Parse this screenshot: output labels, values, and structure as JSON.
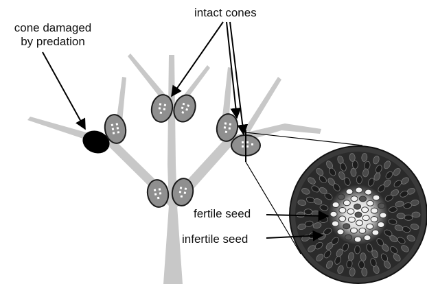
{
  "labels": {
    "damaged_line1": "cone damaged",
    "damaged_line2": "by predation",
    "intact": "intact cones",
    "fertile": "fertile seed",
    "infertile": "infertile seed"
  },
  "colors": {
    "tree": "#c8c8c8",
    "cone_fill": "#8f8f8f",
    "cone_stroke": "#1a1a1a",
    "damaged_cone": "#000000",
    "seed_dots": "#ffffff",
    "cross_section_bg": "#3a3a3a",
    "fertile_seed": "#e6e6e6",
    "arrow": "#000000"
  }
}
